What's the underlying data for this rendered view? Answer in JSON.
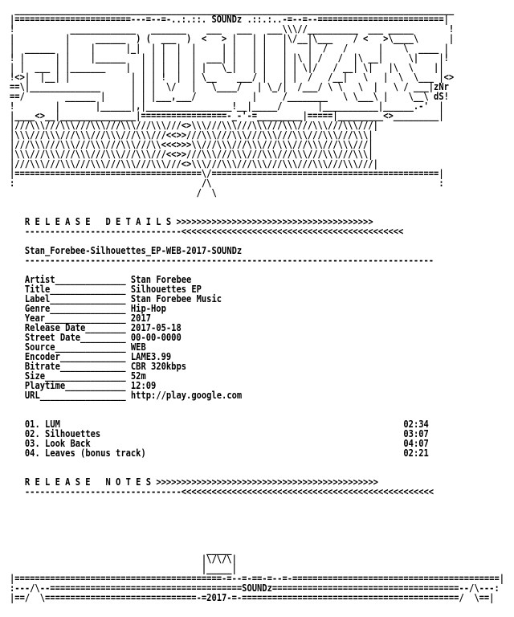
{
  "banner": {
    "group_name": "SOUNDz",
    "lines": [
      " _______________________________________________________________________________________",
      "|=======================---=--=-..:.::. SOUNDz .::.:..-=--=--=========================|",
      "!           _____________   _______    ___   ___   ___\\\\\\//__________  ___ _____       !",
      "|          |     ______  ) (  ___  )  <   > |   | |   |\\/__|\\___    / <   >\\____\\      |",
      "|  ______  |    |      |_|  | |  |  |     | |   | |   |    |  /   /      |    \\  ____ |",
      "! |      | |    |______   | | |  |  |  ___| |   | |   | |\\ | /   /  |\\ __|     \\|    |!",
      "| |  ___ | |_______    |  | | |  |  | |   \\_|   | |   | | \\|/   / __| \\|   |\\  \\    ||",
      "!<>|  |__| |            | | | !  |  | \\__    ___/ |   | |  /   /__|   \\   |  \\  \\___ |<>",
      "==\\|______________      | | |  \\/   |   \\____/   | \\_/|  /___/ \\ \\   \\  |   \\ / ___|zNr",
      "==/        ______ |     | | |___,___/           |     /________   \\ \\___\\ |    \\__\\ dS!",
      "!        |       |______|,|_________________!__|_____/       |___________|______.-'  |",
      "|____<>__|_______________|=================-_-'-=_________|=====|_________<>_________|",
      "|///\\\\\\///\\\\\\///\\\\\\///\\\\\\///\\\\\\///<>\\\\\\///\\\\\\///\\\\\\///\\\\\\///\\\\\\///\\\\\\///|",
      "|\\\\\\///\\\\\\///\\\\\\///\\\\\\///\\\\\\///<<>>///\\\\\\///\\\\\\///\\\\\\///\\\\\\///\\\\\\///\\\\\\|",
      "|///\\\\\\///\\\\\\///\\\\\\///\\\\\\///\\\\<<<>>>\\\\///\\\\\\///\\\\\\///\\\\\\///\\\\\\///\\\\\\///|",
      "|\\\\\\///\\\\\\///\\\\\\///\\\\\\///\\\\\\///<<>>///\\\\\\///\\\\\\///\\\\\\///\\\\\\///\\\\\\///\\\\\\|",
      "|///\\\\\\///\\\\\\///\\\\\\///\\\\\\///\\\\\\///<>\\\\\\///\\\\\\///\\\\\\///\\\\\\///\\\\\\///\\\\\\///|",
      "|=====================================\\/=============================================|",
      ":                                     /\\                                             :",
      "                                     /  \\                                             "
    ]
  },
  "release_details": {
    "heading": "R E L E A S E   D E T A I L S",
    "arrows_right": ">>>>>>>>>>>>>>>>>>>>>>>>>>>>>>>>>>>>>>>",
    "arrows_left": "<<<<<<<<<<<<<<<<<<<<<<<<<<<<<<<<<<<<<<<<<<<<",
    "underline": "-------------------------------",
    "release_name": "Stan_Forebee-Silhouettes_EP-WEB-2017-SOUNDz",
    "rule": "---------------------------------------------------------------------------------"
  },
  "fields": [
    {
      "label": "Artist",
      "value": "Stan Forebee"
    },
    {
      "label": "Title",
      "value": "Silhouettes EP"
    },
    {
      "label": "Label",
      "value": "Stan Forebee Music"
    },
    {
      "label": "Genre",
      "value": "Hip-Hop"
    },
    {
      "label": "Year",
      "value": "2017"
    },
    {
      "label": "Release Date",
      "value": "2017-05-18"
    },
    {
      "label": "Street Date",
      "value": "00-00-0000"
    },
    {
      "label": "Source",
      "value": "WEB"
    },
    {
      "label": "Encoder",
      "value": "LAME3.99"
    },
    {
      "label": "Bitrate",
      "value": "CBR 320kbps"
    },
    {
      "label": "Size",
      "value": "52m"
    },
    {
      "label": "Playtime",
      "value": "12:09"
    },
    {
      "label": "URL",
      "value": "http://play.google.com"
    }
  ],
  "tracks": [
    {
      "num": "01.",
      "title": "LUM",
      "time": "02:34"
    },
    {
      "num": "02.",
      "title": "Silhouettes",
      "time": "03:07"
    },
    {
      "num": "03.",
      "title": "Look Back",
      "time": "04:07"
    },
    {
      "num": "04.",
      "title": "Leaves (bonus track)",
      "time": "02:21"
    }
  ],
  "release_notes": {
    "heading": "R E L E A S E   N O T E S",
    "arrows_right": ">>>>>>>>>>>>>>>>>>>>>>>>>>>>>>>>>>>>>>>>>>>>",
    "arrows_left": "<<<<<<<<<<<<<<<<<<<<<<<<<<<<<<<<<<<<<<<<<<<<<<<<<<",
    "underline": "-------------------------------"
  },
  "footer": {
    "lines": [
      "                                       _____",
      "                                      |\\/\\/\\|",
      "                                      |_____|",
      "|=========================================-=--=-==-=--=-=========================================|",
      ":---/\\--======================================SOUNDz=====================================--/\\---:",
      "|==/  \\==============================-=2017-=-===========================================/  \\==|"
    ]
  }
}
